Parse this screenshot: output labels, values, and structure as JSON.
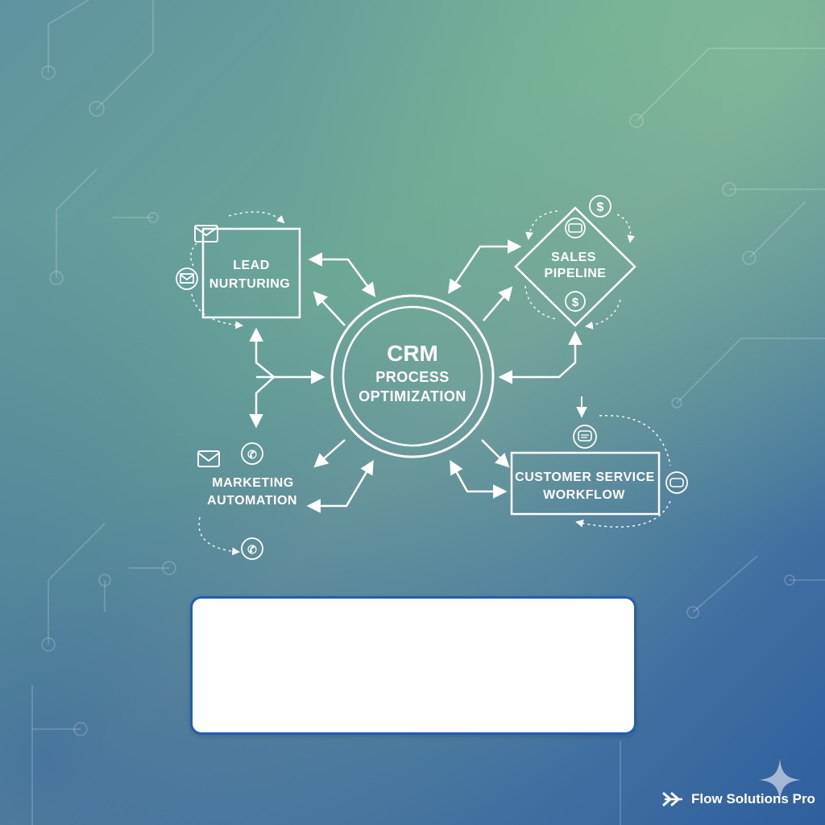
{
  "diagram": {
    "center": {
      "title": "CRM",
      "line1": "PROCESS",
      "line2": "OPTIMIZATION"
    },
    "lead": {
      "line1": "LEAD",
      "line2": "NURTURING"
    },
    "sales": {
      "line1": "SALES",
      "line2": "PIPELINE"
    },
    "marketing": {
      "line1": "MARKETING",
      "line2": "AUTOMATION"
    },
    "service": {
      "line1": "CUSTOMER SERVICE",
      "line2": "WORKFLOW"
    }
  },
  "panel": {
    "text": ""
  },
  "brand": {
    "name": "Flow Solutions Pro"
  },
  "colors": {
    "line": "#ffffff",
    "panel_border": "#1f5fb0",
    "panel_fill": "#ffffff"
  }
}
